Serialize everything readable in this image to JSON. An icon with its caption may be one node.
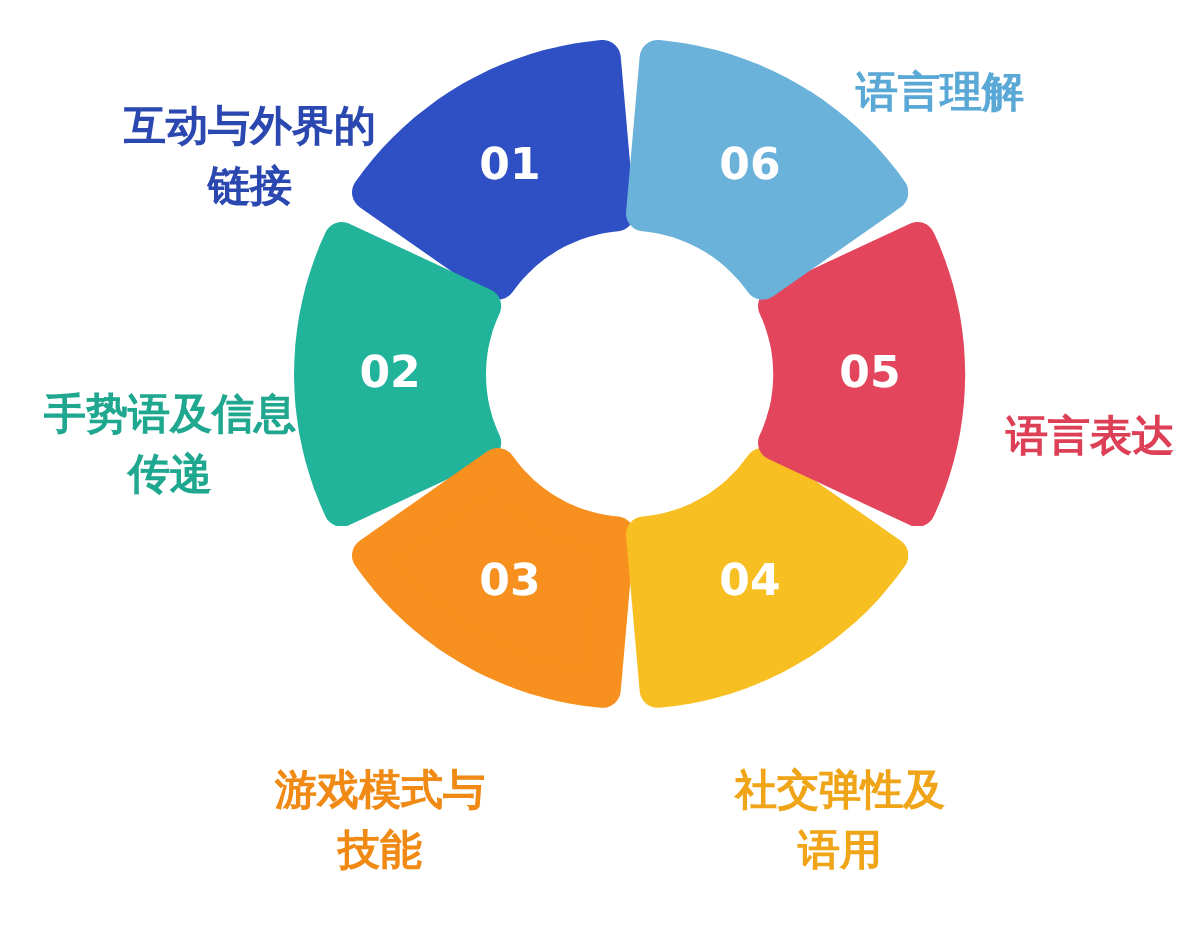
{
  "diagram": {
    "nodes": [
      {
        "text": [
          "01"
        ],
        "beside": [
          "互动与外界的链接"
        ]
      },
      {
        "text": [
          "02"
        ],
        "beside": [
          "手势语及信息传递"
        ]
      },
      {
        "text": [
          "03"
        ],
        "beside": [
          "游戏模式与技能"
        ]
      },
      {
        "text": [
          "04"
        ],
        "beside": [
          "社交弹性及语用"
        ]
      },
      {
        "text": [
          "05"
        ],
        "beside": [
          "语言表达"
        ]
      },
      {
        "text": [
          "06"
        ],
        "beside": [
          "语言理解"
        ]
      }
    ]
  }
}
